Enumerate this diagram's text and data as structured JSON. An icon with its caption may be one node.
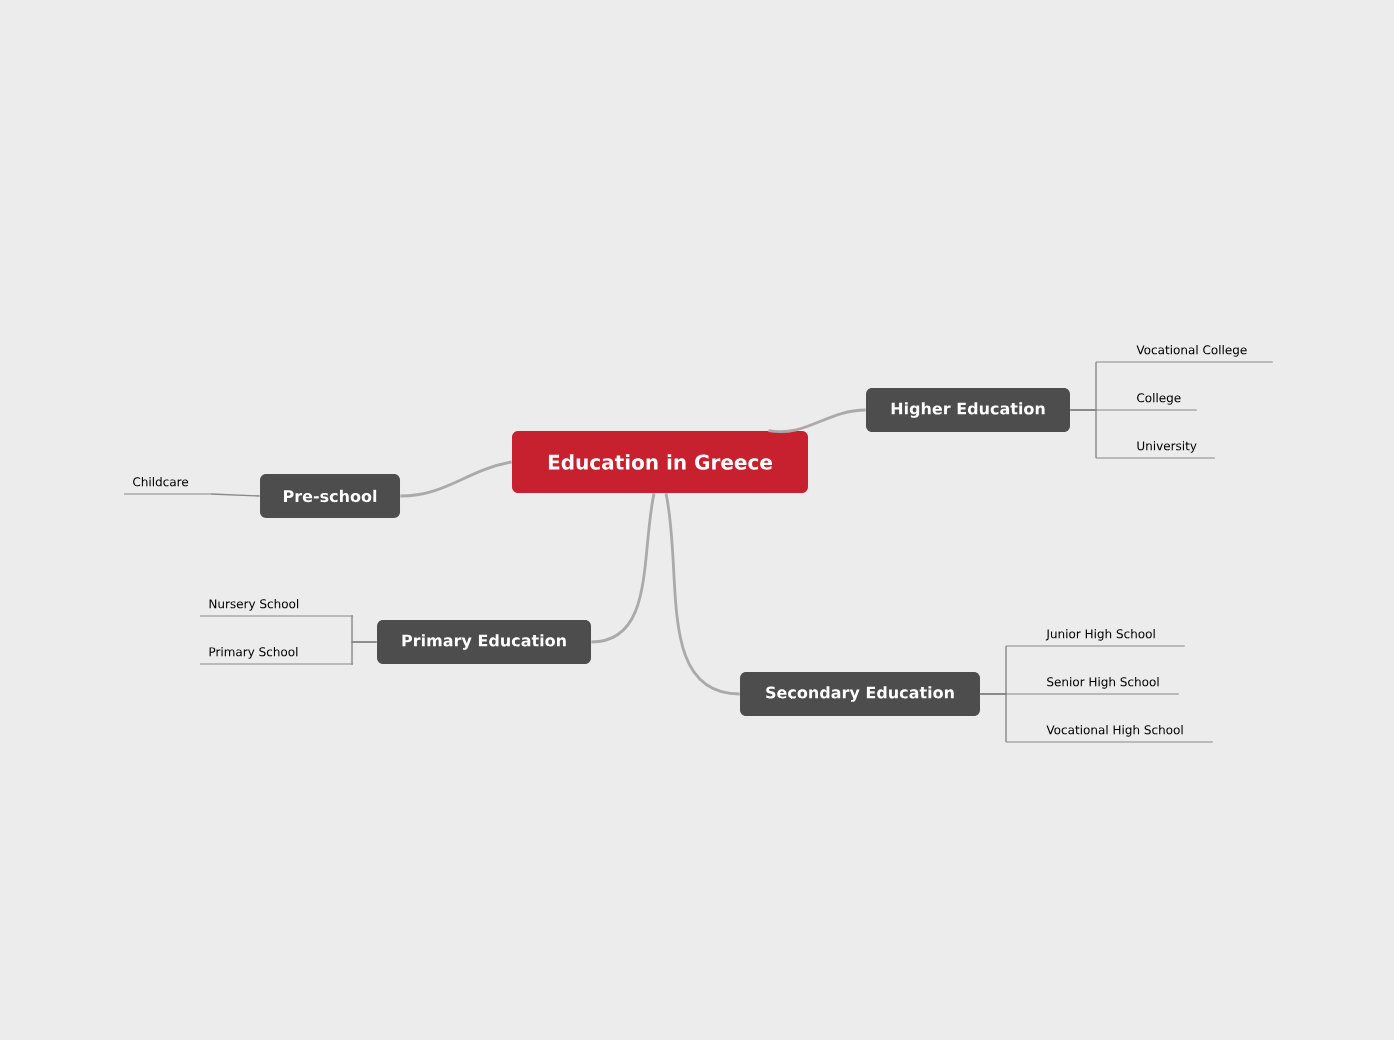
{
  "diagram": {
    "nodes": [
      {
        "text": [
          "Education in Greece"
        ]
      },
      {
        "text": [
          "Higher Education"
        ]
      },
      {
        "text": [
          "Vocational College"
        ]
      },
      {
        "text": [
          "College"
        ]
      },
      {
        "text": [
          "University"
        ]
      },
      {
        "text": [
          "Pre-school"
        ]
      },
      {
        "text": [
          "Childcare"
        ]
      },
      {
        "text": [
          "Primary Education"
        ]
      },
      {
        "text": [
          "Nursery School"
        ]
      },
      {
        "text": [
          "Primary School"
        ]
      },
      {
        "text": [
          "Secondary Education"
        ]
      },
      {
        "text": [
          "Junior High School"
        ]
      },
      {
        "text": [
          "Senior High School"
        ]
      },
      {
        "text": [
          "Vocational High School"
        ]
      }
    ],
    "edges": [
      {
        "from": 0,
        "to": 1,
        "arrow": "none"
      },
      {
        "from": 1,
        "to": 2,
        "arrow": "none"
      },
      {
        "from": 1,
        "to": 3,
        "arrow": "none"
      },
      {
        "from": 1,
        "to": 4,
        "arrow": "none"
      },
      {
        "from": 0,
        "to": 5,
        "arrow": "none"
      },
      {
        "from": 5,
        "to": 6,
        "arrow": "none"
      },
      {
        "from": 0,
        "to": 7,
        "arrow": "none"
      },
      {
        "from": 7,
        "to": 8,
        "arrow": "none"
      },
      {
        "from": 7,
        "to": 9,
        "arrow": "none"
      },
      {
        "from": 0,
        "to": 10,
        "arrow": "none"
      },
      {
        "from": 10,
        "to": 11,
        "arrow": "none"
      },
      {
        "from": 10,
        "to": 12,
        "arrow": "none"
      },
      {
        "from": 10,
        "to": 13,
        "arrow": "none"
      }
    ]
  }
}
